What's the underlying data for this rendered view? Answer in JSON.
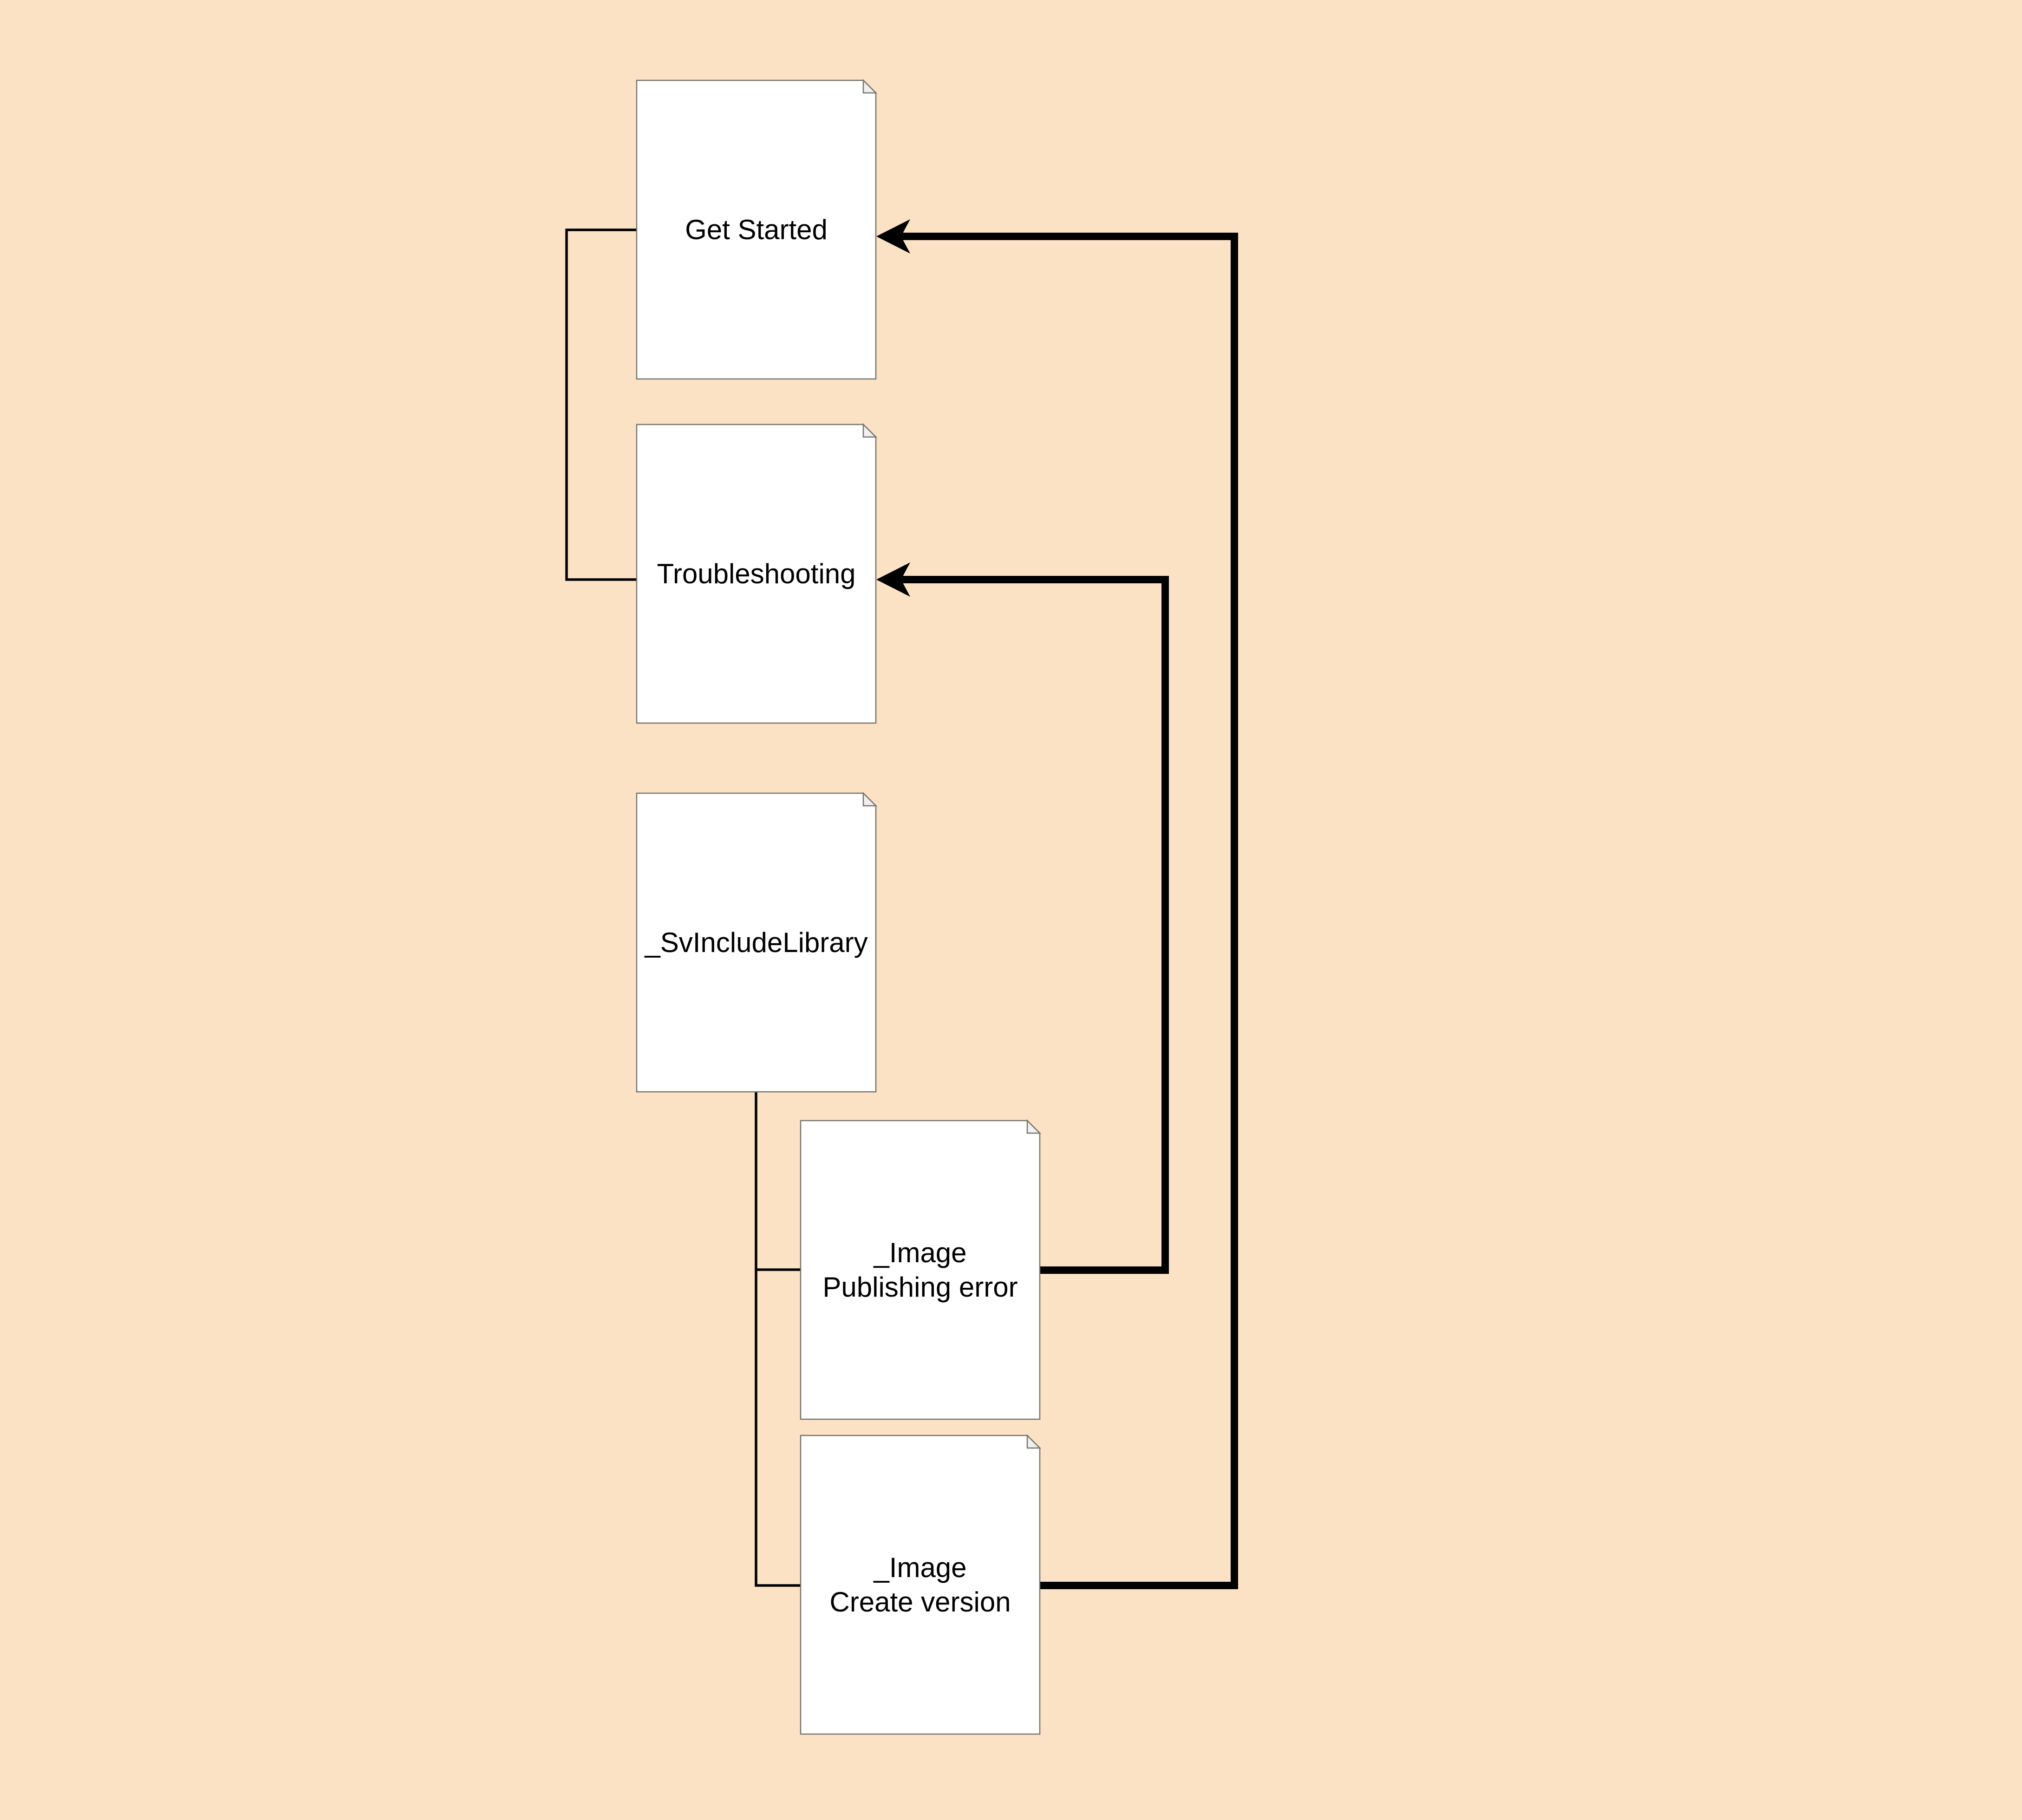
{
  "diagram": {
    "type": "document-link-diagram",
    "colors": {
      "background": "#FCE2C4",
      "node_fill": "#FFFFFF",
      "node_border": "#76736C",
      "fold_fill": "#F0F0F0",
      "connector": "#000000",
      "label": "#000000"
    },
    "nodes": [
      {
        "id": "get-started",
        "label": "Get Started"
      },
      {
        "id": "troubleshooting",
        "label": "Troubleshooting"
      },
      {
        "id": "sv-include-library",
        "label": "_SvIncludeLibrary"
      },
      {
        "id": "image-publishing-error",
        "label": "_Image\nPublishing error"
      },
      {
        "id": "image-create-version",
        "label": "_Image\nCreate version"
      }
    ],
    "edges": [
      {
        "from": "get-started",
        "to": "troubleshooting",
        "style": "thin",
        "arrow": false
      },
      {
        "from": "sv-include-library",
        "to": "image-publishing-error",
        "style": "thin",
        "arrow": false
      },
      {
        "from": "sv-include-library",
        "to": "image-create-version",
        "style": "thin",
        "arrow": false
      },
      {
        "from": "image-publishing-error",
        "to": "troubleshooting",
        "style": "thick",
        "arrow": true
      },
      {
        "from": "image-create-version",
        "to": "get-started",
        "style": "thick",
        "arrow": true
      }
    ]
  }
}
